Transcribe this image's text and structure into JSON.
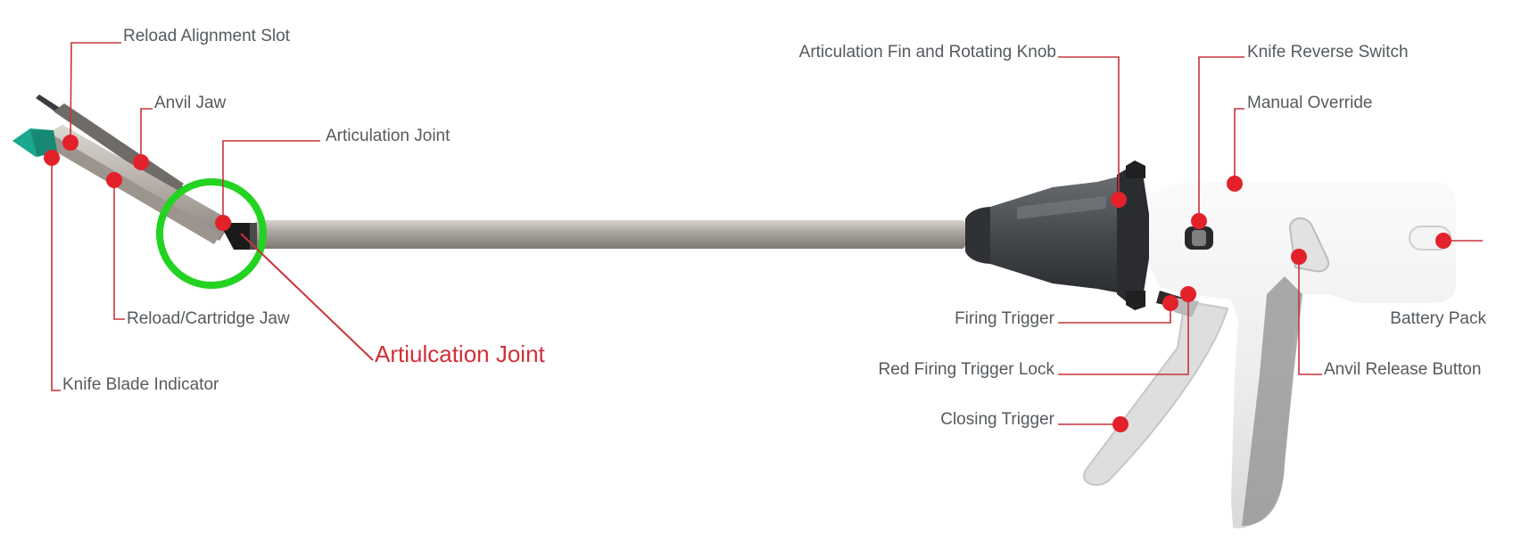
{
  "colors": {
    "leader": "#c8333b",
    "dot": "#e3212b",
    "highlight": "#22d322",
    "label": "#555a5e",
    "label_emphasis": "#d23038",
    "shaft": "#a8a29c",
    "handle": "#eeeeee",
    "nose": "#45484c"
  },
  "icons": [
    "surgical-stapler-illustration"
  ],
  "labels": {
    "reload_alignment_slot": "Reload Alignment Slot",
    "anvil_jaw": "Anvil Jaw",
    "articulation_joint": "Articulation Joint",
    "reload_cartridge_jaw": "Reload/Cartridge Jaw",
    "articulation_joint_callout": "Artiulcation Joint",
    "knife_blade_indicator": "Knife Blade Indicator",
    "articulation_fin_knob": "Articulation Fin and Rotating Knob",
    "knife_reverse_switch": "Knife Reverse Switch",
    "manual_override": "Manual Override",
    "firing_trigger": "Firing Trigger",
    "battery_pack": "Battery Pack",
    "red_firing_trigger_lock": "Red Firing Trigger Lock",
    "anvil_release_button": "Anvil Release Button",
    "closing_trigger": "Closing Trigger"
  }
}
